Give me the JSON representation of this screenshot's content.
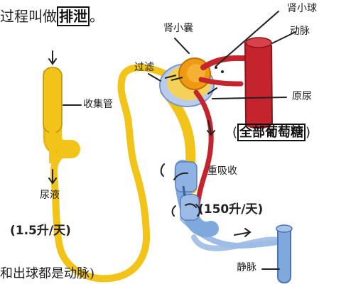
{
  "top_text": {
    "prefix": "过程叫做",
    "boxed": "排泄",
    "suffix": "。"
  },
  "labels": {
    "shen_xiao_qiu": "肾小球",
    "shen_xiao_nang": "肾小囊",
    "dong_mai": "动脉",
    "guo_lv": "过滤",
    "shou_ji_guan": "收集管",
    "yuan_niao": "原尿",
    "chong_xi_shou": "重吸收",
    "niao_ye": "尿液",
    "jing_mai": "静脉"
  },
  "annotations": {
    "glucose_open": "(",
    "glucose_boxed": "全部葡萄糖",
    "glucose_close": ")",
    "volume_150": "(150升/天)",
    "volume_1_5": "(1.5升/天)",
    "bottom_note": "和出球都是动脉)"
  },
  "colors": {
    "tubule": "#f2c318",
    "tubule_dark": "#b98f00",
    "artery": "#c3242d",
    "artery_dark": "#8d1419",
    "vein": "#7fa9dd",
    "vein_light": "#c9dcf3",
    "capsule": "#f4d25a",
    "glomerulus": "#ee9a12"
  }
}
